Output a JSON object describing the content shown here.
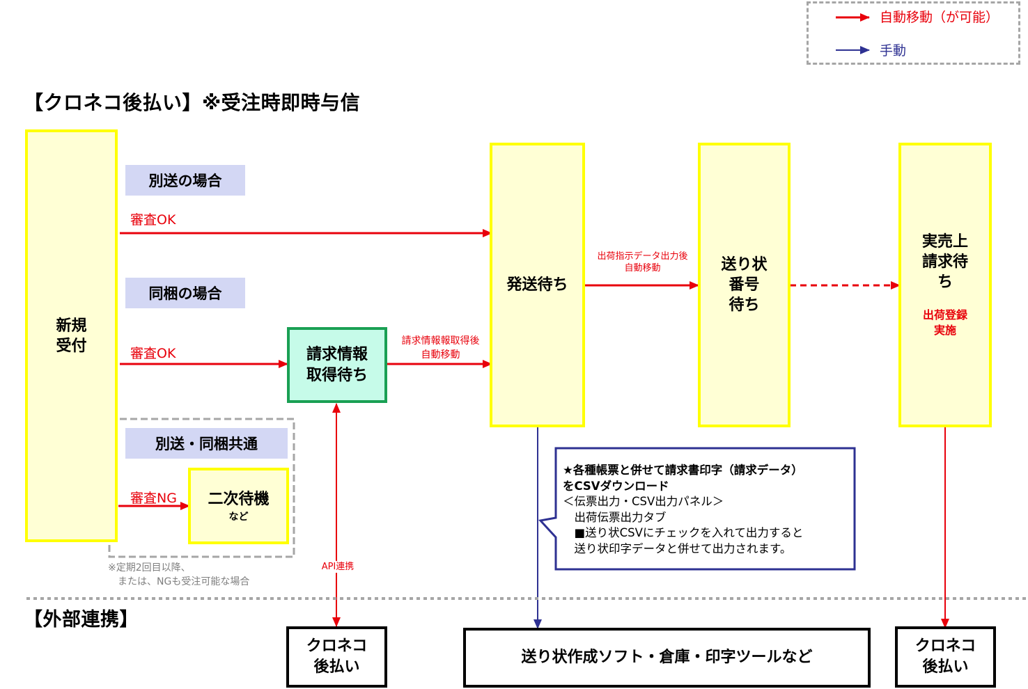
{
  "legend": {
    "auto_label": "自動移動（が可能）",
    "manual_label": "手動",
    "auto_color": "#e8000b",
    "manual_color": "#2e3192"
  },
  "header": {
    "title": "【クロネコ後払い】※受注時即時与信",
    "external_title": "【外部連携】"
  },
  "nodes": {
    "new_order": "新規\n受付",
    "awaiting_billing_info": "請求情報\n取得待ち",
    "secondary_wait": "二次待機",
    "secondary_wait_sub": "など",
    "awaiting_shipment": "発送待ち",
    "awaiting_tracking_number": "送り状\n番号\n待ち",
    "awaiting_actual_sales_billing": "実売上\n請求待\nち",
    "actual_sales_note": "出荷登録\n実施"
  },
  "cases": {
    "separate": "別送の場合",
    "bundled": "同梱の場合",
    "common": "別送・同梱共通"
  },
  "edge_labels": {
    "screening_ok_1": "審査OK",
    "screening_ok_2": "審査OK",
    "screening_ng": "審査NG",
    "after_billing_info": "請求情報報取得後\n自動移動",
    "after_shipping_data": "出荷指示データ出力後\n自動移動",
    "api_link": "API連携"
  },
  "notes": {
    "ng_condition": "※定期2回目以降、\n　または、NGも受注可能な場合"
  },
  "callout": {
    "line1": "★各種帳票と併せて請求書印字（請求データ）",
    "line2": "をCSVダウンロード",
    "line3": "＜伝票出力・CSV出力パネル＞",
    "line4": "　出荷伝票出力タブ",
    "line5": "　■送り状CSVにチェックを入れて出力すると",
    "line6": "　送り状印字データと併せて出力されます。"
  },
  "external": {
    "kuroneko_1": "クロネコ\n後払い",
    "shipping_tools": "送り状作成ソフト・倉庫・印字ツールなど",
    "kuroneko_2": "クロネコ\n後払い"
  }
}
